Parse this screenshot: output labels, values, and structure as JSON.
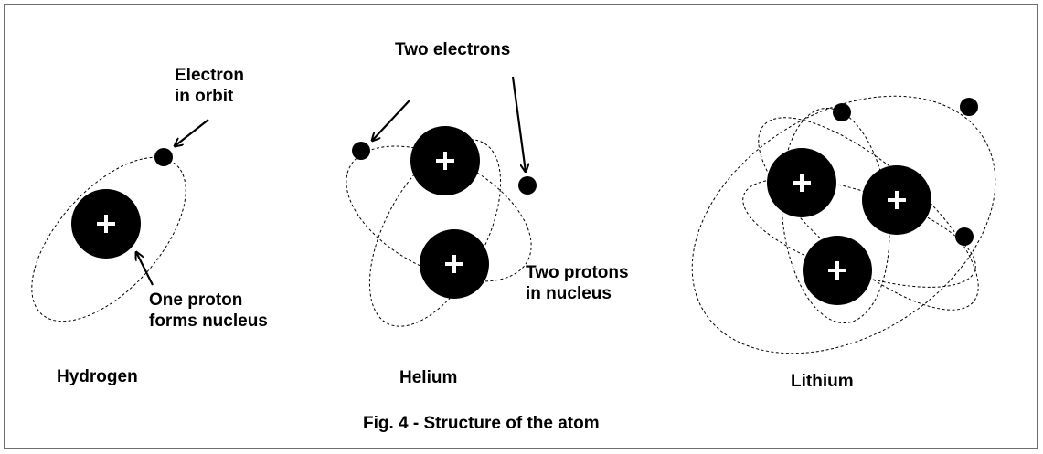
{
  "colors": {
    "ink": "#000000",
    "plus": "#ffffff",
    "frame": "#6e6e6e"
  },
  "hydrogen": {
    "name": "Hydrogen",
    "electron_label": [
      "Electron",
      "in orbit"
    ],
    "proton_label": [
      "One proton",
      "forms nucleus"
    ]
  },
  "helium": {
    "name": "Helium",
    "electrons_label": "Two electrons",
    "protons_label": [
      "Two protons",
      "in nucleus"
    ]
  },
  "lithium": {
    "name": "Lithium"
  },
  "caption": "Fig. 4 - Structure of the atom"
}
